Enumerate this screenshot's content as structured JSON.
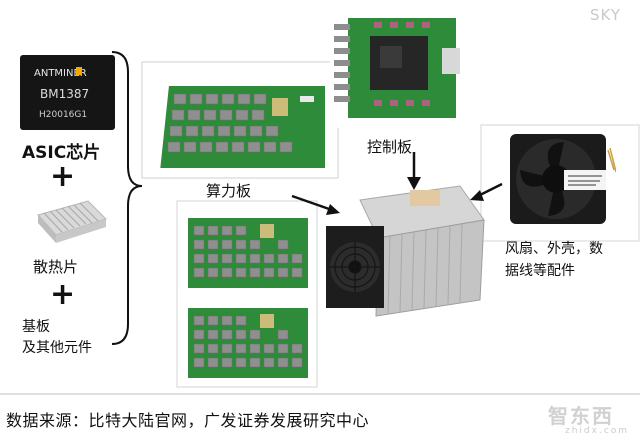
{
  "watermark": "SKY",
  "asic": {
    "brand": "ANTMINER",
    "model": "BM1387",
    "code": "H20016G1",
    "label": "ASIC芯片"
  },
  "heatsink": {
    "label": "散热片"
  },
  "base": {
    "line1": "基板",
    "line2": "及其他元件"
  },
  "hashboard": {
    "label": "算力板"
  },
  "control": {
    "label": "控制板"
  },
  "fan": {
    "line1": "风扇、外壳，数",
    "line2": "据线等配件"
  },
  "source": "数据来源：比特大陆官网，广发证券发展研究中心",
  "logo": {
    "text": "智东西",
    "sub": "zhidx.com"
  },
  "colors": {
    "pcb_green": "#2e8b3a",
    "chip_gray": "#9a9a9a",
    "fan_black": "#1b1b1b"
  }
}
